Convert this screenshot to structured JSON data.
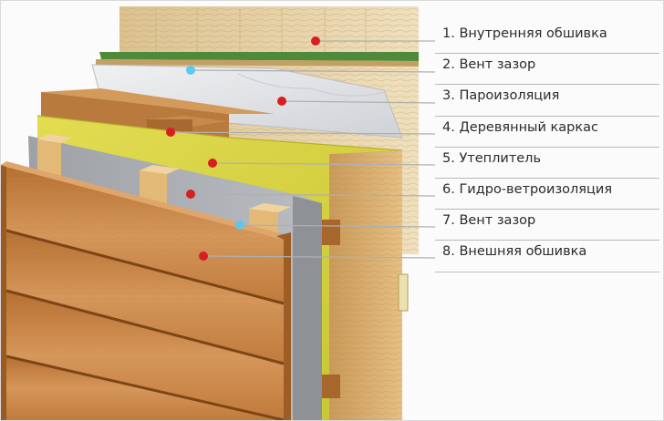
{
  "legend": {
    "items": [
      "1. Внутренняя обшивка",
      "2. Вент зазор",
      "3. Пароизоляция",
      "4. Деревянный каркас",
      "5. Утеплитель",
      "6. Гидро-ветроизоляция",
      "7. Вент зазор",
      "8. Внешняя обшивка"
    ]
  },
  "colors": {
    "marker_red": "#d81e1e",
    "marker_blue": "#5ec7ee",
    "inner_board": "#e6d2a6",
    "vapor_barrier": "#e1e3e6",
    "wood_frame": "#cc8d4d",
    "insulation": "#d5d23a",
    "membrane": "#a9abb0",
    "outer_board": "#c8823f",
    "leader_line": "#b3b3b3"
  }
}
